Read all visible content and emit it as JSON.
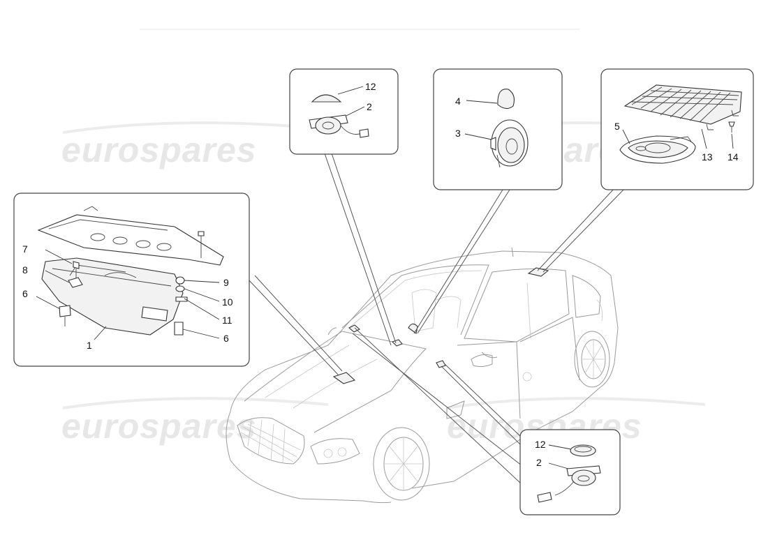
{
  "watermarks": [
    "eurospares",
    "eurospares",
    "eurospares",
    "eurospares"
  ],
  "callouts": {
    "panel_left": [
      "7",
      "8",
      "6",
      "1",
      "9",
      "10",
      "11",
      "6"
    ],
    "panel_top_center": [
      "12",
      "2"
    ],
    "panel_top_mid": [
      "4",
      "3"
    ],
    "panel_top_right": [
      "5",
      "13",
      "14"
    ],
    "panel_bottom_right": [
      "12",
      "2"
    ]
  }
}
